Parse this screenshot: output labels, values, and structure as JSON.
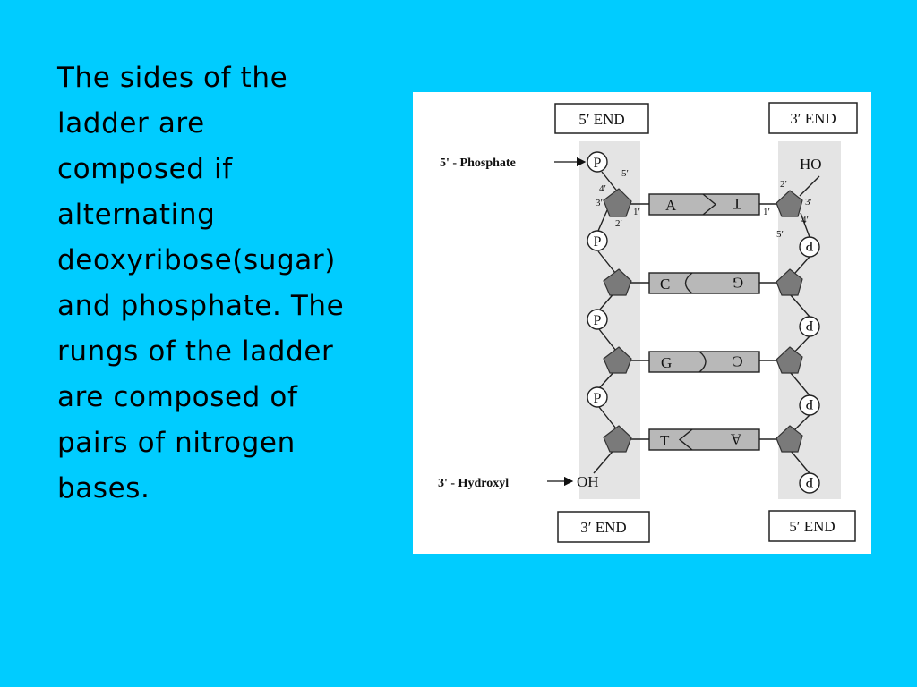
{
  "slide": {
    "lines": [
      "The sides of the",
      "ladder are",
      "composed if",
      "alternating",
      "deoxyribose(sugar)",
      "and phosphate. The",
      "rungs of the ladder",
      "are composed of",
      "pairs of nitrogen",
      "bases."
    ]
  },
  "diagram": {
    "end_labels": {
      "top_left": "5′ END",
      "top_right": "3′ END",
      "bottom_left": "3′ END",
      "bottom_right": "5′ END"
    },
    "left_callouts": {
      "phosphate": "5' - Phosphate",
      "hydroxyl": "3' - Hydroxyl"
    },
    "terminal_groups": {
      "left_bottom": "OH",
      "right_top": "HO"
    },
    "phosphate_symbol": "P",
    "carbon_labels": {
      "left": [
        "5′",
        "4′",
        "3′",
        "2′",
        "1′"
      ],
      "right": [
        "2′",
        "3′",
        "1′",
        "4′",
        "5′"
      ]
    },
    "base_pairs": [
      {
        "left": "A",
        "right": "T"
      },
      {
        "left": "C",
        "right": "G"
      },
      {
        "left": "G",
        "right": "C"
      },
      {
        "left": "T",
        "right": "A"
      }
    ],
    "colors": {
      "background": "#00ccff",
      "sugar": "#7a7a7a",
      "base": "#b8b8b8",
      "strand_band": "#e4e4e4"
    }
  }
}
